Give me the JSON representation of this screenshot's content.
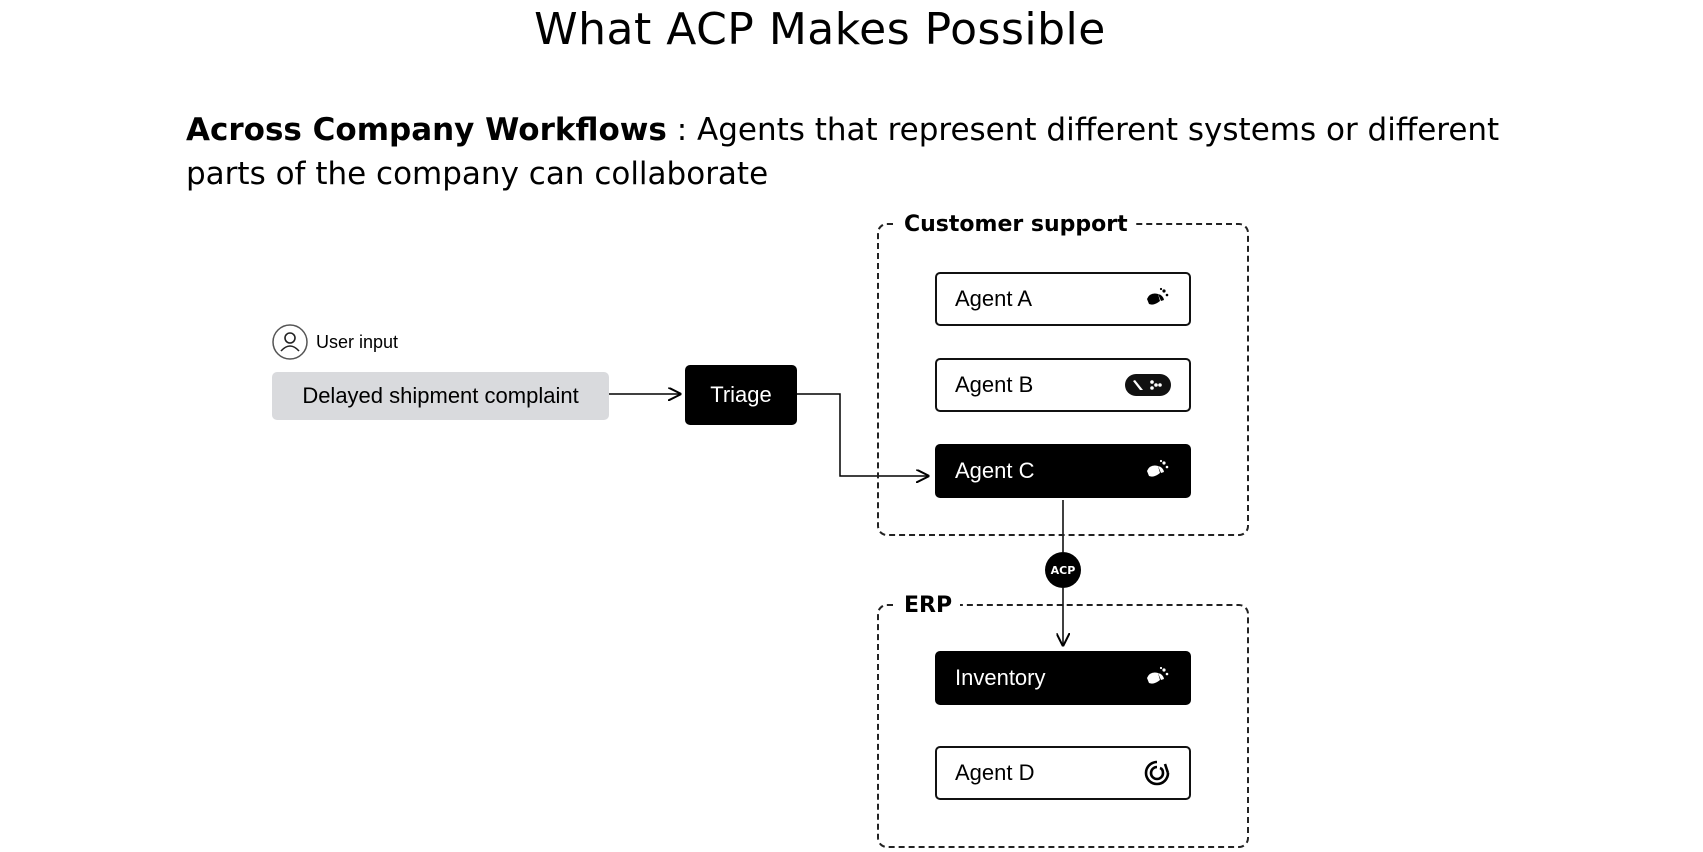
{
  "title": "What ACP Makes Possible",
  "subtitle": {
    "bold": "Across Company Workflows",
    "rest": " : Agents that represent different systems or different parts of the company can collaborate"
  },
  "user_input": {
    "label": "User input",
    "message": "Delayed shipment complaint"
  },
  "triage": {
    "label": "Triage"
  },
  "groups": {
    "customer_support": {
      "label": "Customer support",
      "agents": [
        {
          "label": "Agent A",
          "icon": "sparkle-bee-icon",
          "style": "white"
        },
        {
          "label": "Agent B",
          "icon": "framework-badge-icon",
          "style": "white"
        },
        {
          "label": "Agent C",
          "icon": "sparkle-bee-icon",
          "style": "black"
        }
      ]
    },
    "erp": {
      "label": "ERP",
      "agents": [
        {
          "label": "Inventory",
          "icon": "sparkle-bee-icon",
          "style": "black"
        },
        {
          "label": "Agent D",
          "icon": "swirl-logo-icon",
          "style": "white"
        }
      ]
    }
  },
  "protocol_badge": "ACP"
}
